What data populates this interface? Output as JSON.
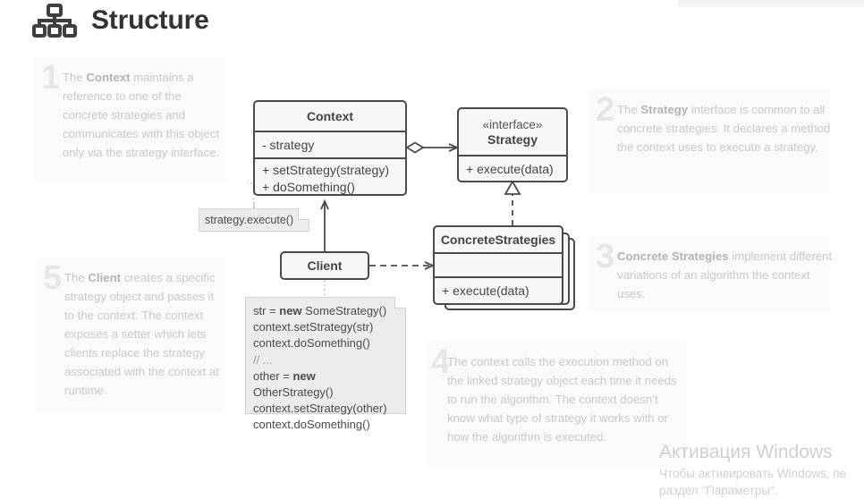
{
  "header": {
    "title": "Structure",
    "icon": "sitemap-icon"
  },
  "notes": [
    {
      "number": "1",
      "text_html": "The <b>Context</b> maintains a reference to one of the concrete strategies and communicates with this object only via the strategy interface.",
      "text": "The Context maintains a reference to one of the concrete strategies and communicates with this object only via the strategy interface."
    },
    {
      "number": "2",
      "text_html": "The <b>Strategy</b> interface is common to all concrete strategies. It declares a method the context uses to execute a strategy.",
      "text": "The Strategy interface is common to all concrete strategies. It declares a method the context uses to execute a strategy."
    },
    {
      "number": "3",
      "text_html": "<b>Concrete Strategies</b> implement different variations of an algorithm the context uses.",
      "text": "Concrete Strategies implement different variations of an algorithm the context uses."
    },
    {
      "number": "4",
      "text_html": "The context calls the execution method on the linked strategy object each time it needs to run the algorithm. The context doesn’t know what type of strategy it works with or how the algorithm is executed.",
      "text": "The context calls the execution method on the linked strategy object each time it needs to run the algorithm. The context doesn’t know what type of strategy it works with or how the algorithm is executed."
    },
    {
      "number": "5",
      "text_html": "The <b>Client</b> creates a specific strategy object and passes it to the context. The context exposes a setter which lets clients replace the strategy associated with the context at runtime.",
      "text": "The Client creates a specific strategy object and passes it to the context. The context exposes a setter which lets clients replace the strategy associated with the context at runtime."
    }
  ],
  "diagram": {
    "context": {
      "name": "Context",
      "attributes": [
        "- strategy"
      ],
      "operations": [
        "+ setStrategy(strategy)",
        "+ doSomething()"
      ]
    },
    "strategy": {
      "stereotype": "«interface»",
      "name": "Strategy",
      "operations": [
        "+ execute(data)"
      ]
    },
    "concrete_strategies": {
      "name": "ConcreteStrategies",
      "attributes": [
        ""
      ],
      "operations": [
        "+ execute(data)"
      ]
    },
    "client": {
      "name": "Client"
    },
    "exec_note": {
      "text": "strategy.execute()"
    },
    "code_note": {
      "lines": [
        {
          "pre": "str = ",
          "kw": "new",
          "post": " SomeStrategy()"
        },
        {
          "pre": "context.setStrategy(str)",
          "kw": "",
          "post": ""
        },
        {
          "pre": "context.doSomething()",
          "kw": "",
          "post": ""
        },
        {
          "pre": "// ...",
          "kw": "",
          "post": "",
          "comment": true
        },
        {
          "pre": "other = ",
          "kw": "new",
          "post": " OtherStrategy()"
        },
        {
          "pre": "context.setStrategy(other)",
          "kw": "",
          "post": ""
        },
        {
          "pre": "context.doSomething()",
          "kw": "",
          "post": ""
        }
      ]
    }
  },
  "watermark": {
    "title": "Активация Windows",
    "subtitle_line1": "Чтобы активировать Windows, пе",
    "subtitle_line2": "раздел \"Параметры\"."
  },
  "colors": {
    "box_border": "#4a4a4a",
    "box_fill": "#f7f7f7",
    "note_bg": "#fafafa",
    "note_text": "#c9c9c9",
    "title": "#333333",
    "code_bg": "#ececec"
  }
}
